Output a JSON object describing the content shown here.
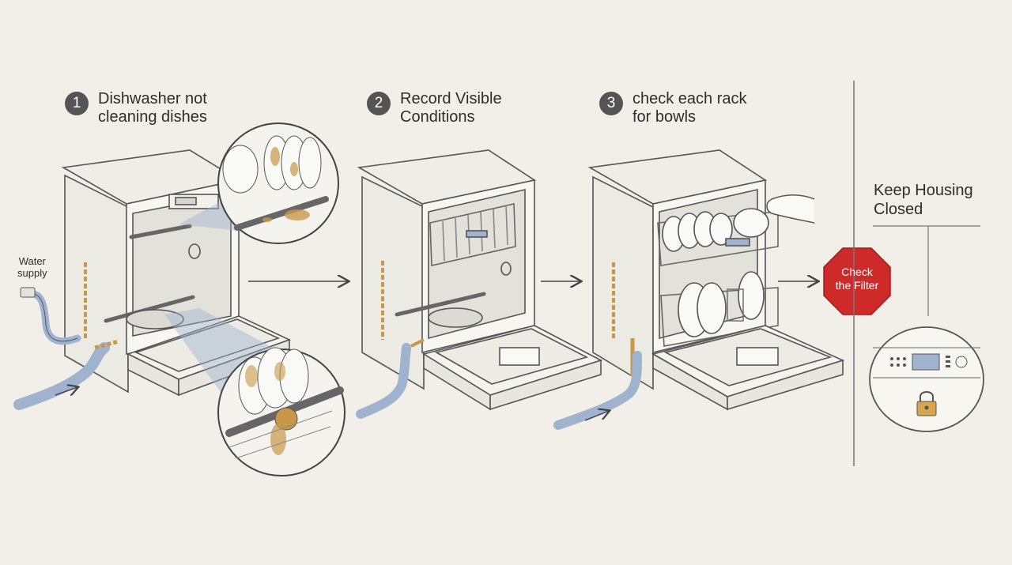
{
  "steps": [
    {
      "number": "1",
      "line1": "Dishwasher not",
      "line2": "cleaning dishes"
    },
    {
      "number": "2",
      "line1": "Record Visible",
      "line2": "Conditions"
    },
    {
      "number": "3",
      "line1": "check each rack",
      "line2": "for bowls"
    }
  ],
  "side_panel": {
    "line1": "Keep Housing",
    "line2": "Closed"
  },
  "water_label": {
    "line1": "Water",
    "line2": "supply"
  },
  "stop_sign": {
    "line1": "Check",
    "line2": "the Filter",
    "color": "#cf2a2a"
  },
  "colors": {
    "stain": "#c9974a",
    "pipe_blue": "#9fb3cf",
    "outline": "#555555",
    "background": "#f1efe7"
  },
  "icons": [
    "lock-icon",
    "arrow-right-icon",
    "faucet-icon",
    "hand-icon"
  ]
}
